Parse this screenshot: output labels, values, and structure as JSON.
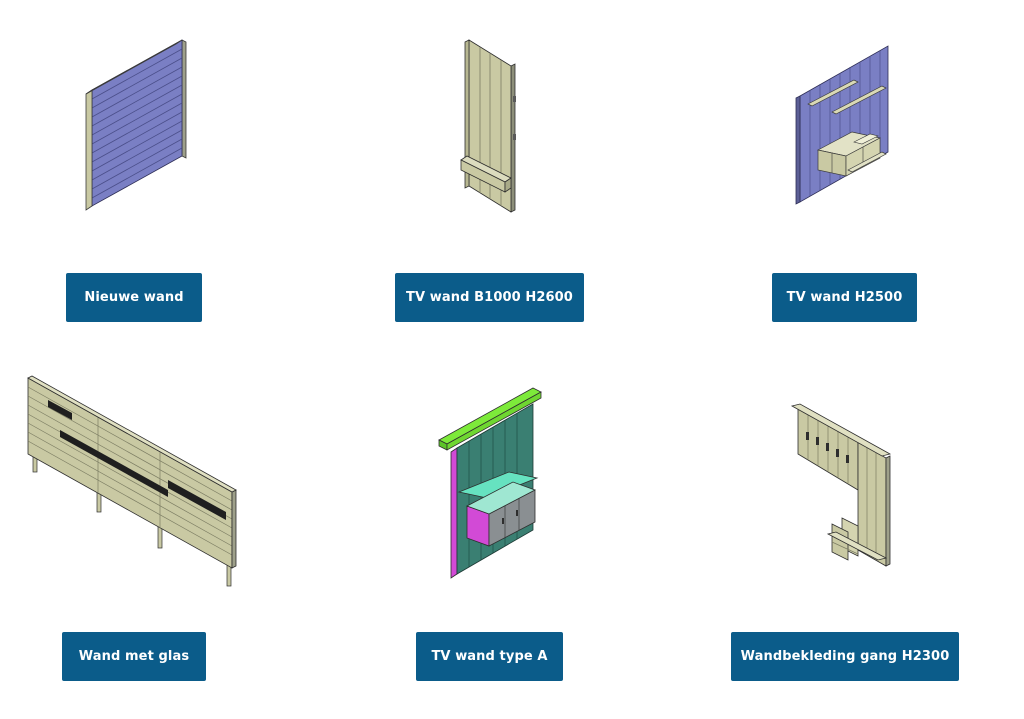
{
  "items": [
    {
      "label": "Nieuwe wand"
    },
    {
      "label": "TV wand B1000 H2600"
    },
    {
      "label": "TV wand H2500"
    },
    {
      "label": "Wand met glas"
    },
    {
      "label": "TV wand type A"
    },
    {
      "label": "Wandbekleding gang H2300"
    }
  ],
  "colors": {
    "button_bg": "#0b5c8a",
    "button_text": "#ffffff",
    "wood": "#c9c9a3",
    "panel_blue": "#7a7fc4",
    "panel_green": "#3a7f72",
    "accent_green": "#7dea3a",
    "accent_magenta": "#d24ad6",
    "accent_aqua": "#66e2c0"
  }
}
